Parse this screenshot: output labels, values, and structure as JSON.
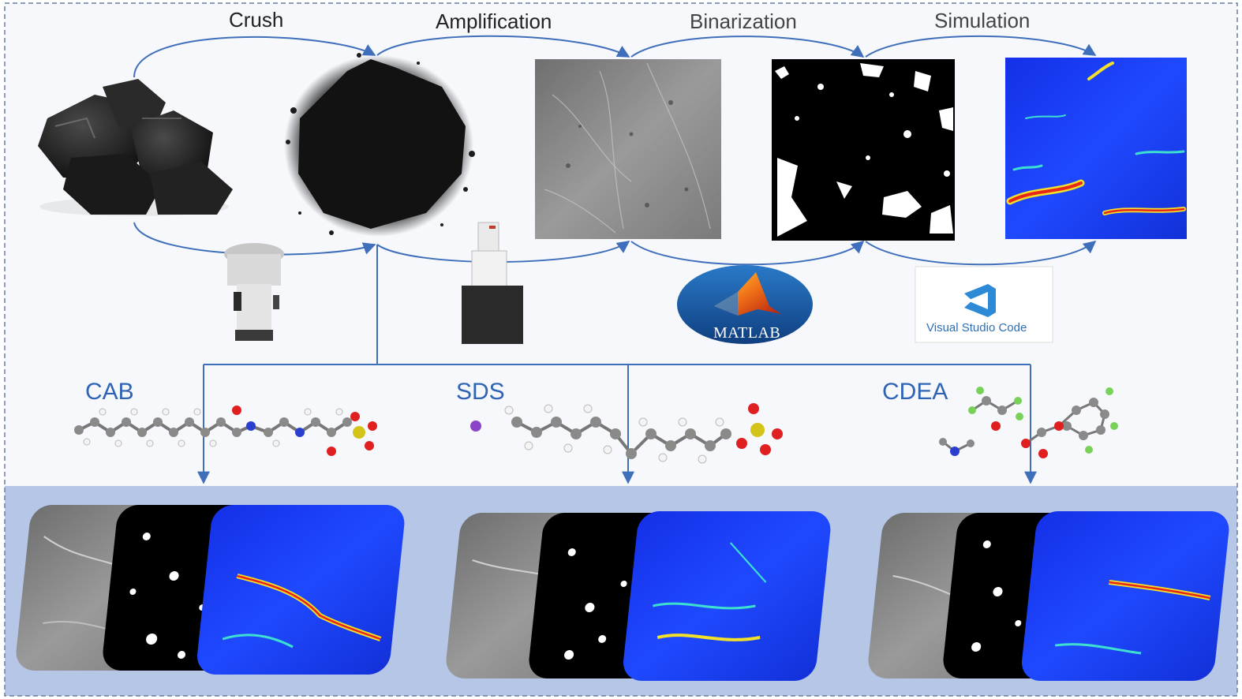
{
  "steps": {
    "crush": "Crush",
    "amplification": "Amplification",
    "binarization": "Binarization",
    "simulation": "Simulation"
  },
  "software": {
    "matlab": "MATLAB",
    "vscode": "Visual Studio Code"
  },
  "surfactants": {
    "cab": "CAB",
    "sds": "SDS",
    "cdea": "CDEA"
  },
  "colors": {
    "arrow": "#3f6fba",
    "label_blue": "#2f63b3",
    "frame_dash": "#6a7fa0",
    "bottom_band": "#b5c6e6",
    "top_band": "#f6f8fc",
    "sim_blue": "#1a3ef0",
    "sim_red": "#e8261a",
    "matlab_oval": "#1b5ea8"
  },
  "icons": [
    "coal-lumps-image",
    "coal-powder-image",
    "grinder-machine-image",
    "sem-microscope-image",
    "sem-micrograph-image",
    "binarized-image",
    "simulation-heatmap-image",
    "matlab-logo",
    "vscode-logo",
    "molecule-cab",
    "molecule-sds",
    "molecule-cdea"
  ]
}
